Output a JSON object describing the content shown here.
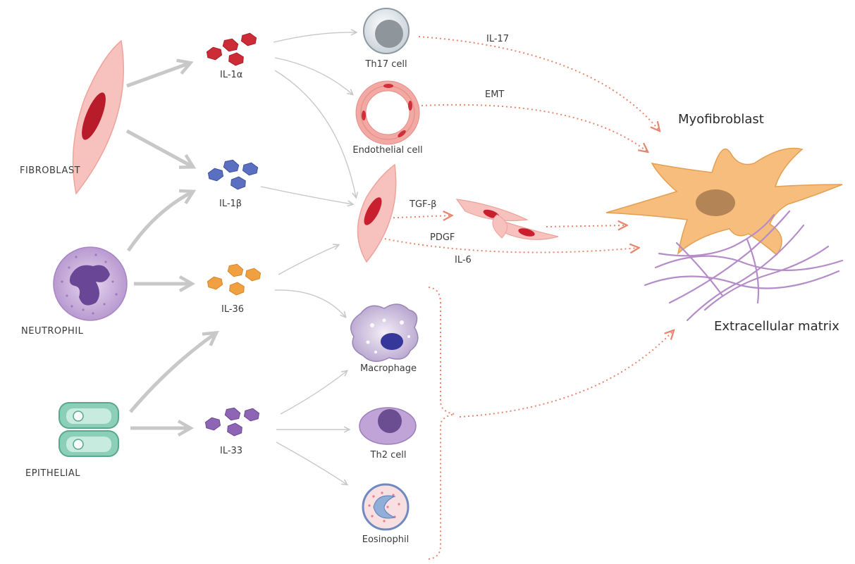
{
  "sources": {
    "fibroblast": "FIBROBLAST",
    "neutrophil": "NEUTROPHIL",
    "epithelial": "EPITHELIAL"
  },
  "cytokines": {
    "il1a": "IL-1α",
    "il1b": "IL-1β",
    "il36": "IL-36",
    "il33": "IL-33"
  },
  "targets": {
    "th17": "Th17 cell",
    "endothelial": "Endothelial cell",
    "macrophage": "Macrophage",
    "th2": "Th2 cell",
    "eosinophil": "Eosinophil"
  },
  "mediators": {
    "il17": "IL-17",
    "emt": "EMT",
    "tgfb": "TGF-β",
    "pdgf": "PDGF",
    "il6": "IL-6"
  },
  "outcomes": {
    "myofibroblast": "Myofibroblast",
    "ecm": "Extracellular matrix"
  },
  "colors": {
    "solid_arrow": "#c8c8c8",
    "dotted_arrow": "#e8856e",
    "il1a": "#cc2c36",
    "il1b": "#5b6fc0",
    "il36": "#f0a040",
    "il33": "#8e64b4",
    "fibroblast_body": "#f5b8b4",
    "fibroblast_nucleus": "#b81c2a",
    "myofibroblast_body": "#f6bd7c",
    "ecm_fibers": "#b58cc8",
    "epithelial": "#8ccfb8"
  }
}
